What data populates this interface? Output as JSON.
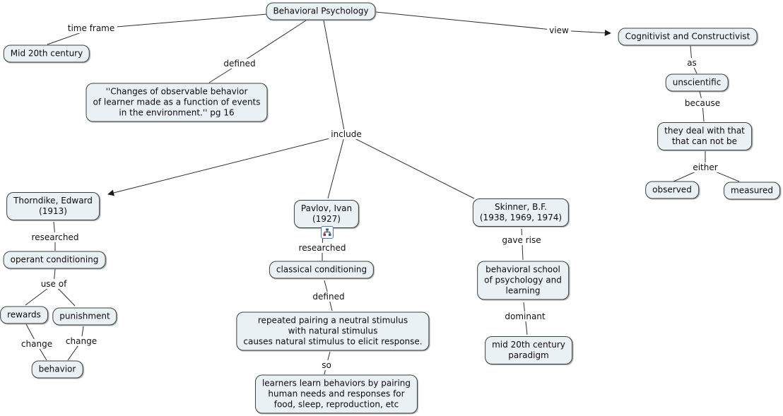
{
  "canvas": {
    "background": "#ffffff",
    "node_fill": "#eaf1f4",
    "node_border": "#3f3f3f",
    "line_color": "#2e2e2e",
    "resource_icon_accent": "#4a7ab5"
  },
  "nodes": {
    "behavioral_psychology": "Behavioral Psychology",
    "mid_20th_century": "Mid 20th century",
    "definition_quote": "''Changes of observable behavior\nof learner made as a function of events\nin the environment.'' pg 16",
    "cognitivist": "Cognitivist and Constructivist",
    "unscientific": "unscientific",
    "they_deal": "they deal with that\nthat can not be",
    "observed": "observed",
    "measured": "measured",
    "thorndike": "Thorndike, Edward\n(1913)",
    "operant_conditioning": "operant conditioning",
    "rewards": "rewards",
    "punishment": "punishment",
    "behavior": "behavior",
    "pavlov": "Pavlov, Ivan\n(1927)",
    "classical_conditioning": "classical conditioning",
    "repeated_pairing": "repeated pairing a neutral stimulus\nwith natural stimulus\ncauses natural stimulus to elicit response.",
    "learners_learn": "learners learn behaviors by pairing\nhuman needs and responses for\nfood, sleep, reproduction, etc",
    "skinner": "Skinner, B.F.\n(1938, 1969, 1974)",
    "behavioral_school": "behavioral school\nof psychology and\nlearning",
    "paradigm": "mid 20th century\nparadigm"
  },
  "labels": {
    "time_frame": "time frame",
    "defined_top": "defined",
    "include": "include",
    "view": "view",
    "as": "as",
    "because": "because",
    "either": "either",
    "researched_left": "researched",
    "use_of": "use of",
    "change_left": "change",
    "change_right": "change",
    "researched_mid": "researched",
    "defined_mid": "defined",
    "so": "so",
    "gave_rise": "gave rise",
    "dominant": "dominant"
  },
  "icons": {
    "pavlov_resource": "linked-cmap-icon"
  }
}
